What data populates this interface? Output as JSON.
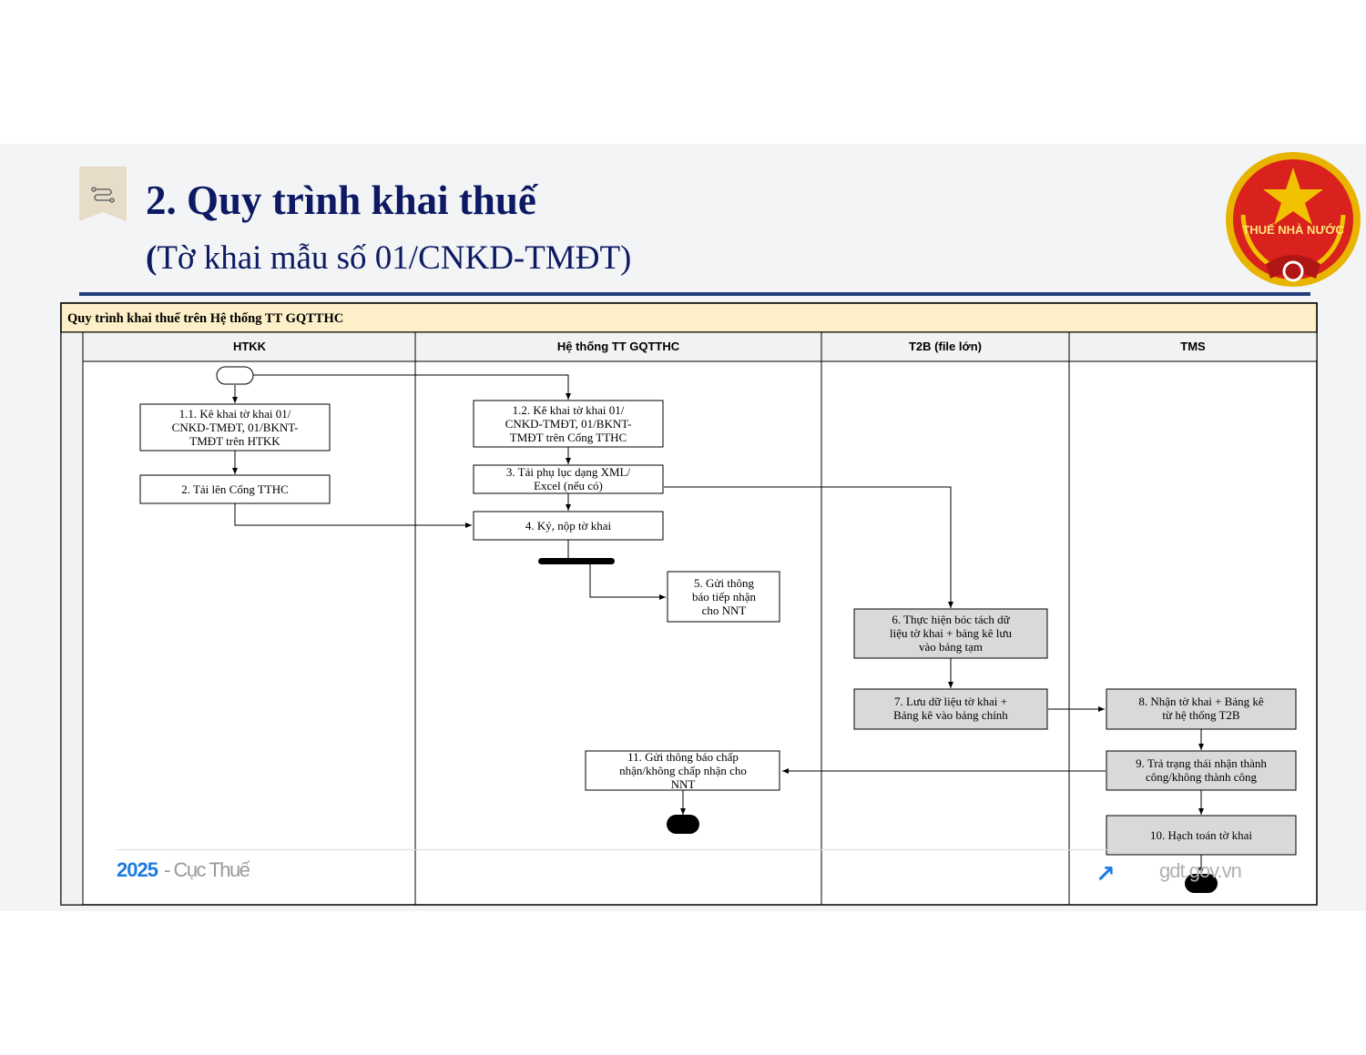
{
  "slide": {
    "title": "2. Quy trình khai thuế",
    "subtitle_open": "(",
    "subtitle_text": "Tờ khai mẫu số 01/CNKD-TMĐT)",
    "logo_text": "THUẾ NHÀ NƯỚC",
    "footer_year": "2025",
    "footer_org": "- Cục Thuế",
    "footer_site": "gdt.gov.vn",
    "icon_name": "process-flow-icon"
  },
  "diagram": {
    "title": "Quy trình khai thuế trên Hệ thống TT GQTTHC",
    "lanes": [
      "HTKK",
      "Hệ thống TT GQTTHC",
      "T2B (file lớn)",
      "TMS"
    ],
    "steps": {
      "s11": [
        "1.1. Kê khai tờ khai 01/",
        "CNKD-TMĐT, 01/BKNT-",
        "TMĐT trên HTKK"
      ],
      "s2": [
        "2. Tải lên Cổng TTHC"
      ],
      "s12": [
        "1.2. Kê khai tờ khai 01/",
        "CNKD-TMĐT, 01/BKNT-",
        "TMĐT trên Cổng TTHC"
      ],
      "s3": [
        "3. Tải phụ lục dạng XML/",
        "Excel (nếu có)"
      ],
      "s4": [
        "4. Ký, nộp tờ khai"
      ],
      "s5": [
        "5. Gửi thông",
        "báo tiếp nhận",
        "cho NNT"
      ],
      "s6": [
        "6. Thực hiện bóc tách dữ",
        "liệu tờ khai + bảng kê lưu",
        "vào bảng tạm"
      ],
      "s7": [
        "7. Lưu dữ liệu tờ khai +",
        "Bảng kê vào bảng chính"
      ],
      "s8": [
        "8. Nhận tờ khai + Bảng kê",
        "từ hệ thống T2B"
      ],
      "s9": [
        "9. Trả trạng thái nhận thành",
        "công/không thành công"
      ],
      "s10": [
        "10. Hạch toán tờ khai"
      ],
      "s11b": [
        "11. Gửi thông báo chấp",
        "nhận/không chấp nhận cho",
        "NNT"
      ]
    },
    "colors": {
      "process_fill": "#ffffff",
      "backend_fill": "#d9d9d9",
      "header_fill": "#fdf0c8",
      "lane_fill": "#f2f2f2"
    }
  }
}
